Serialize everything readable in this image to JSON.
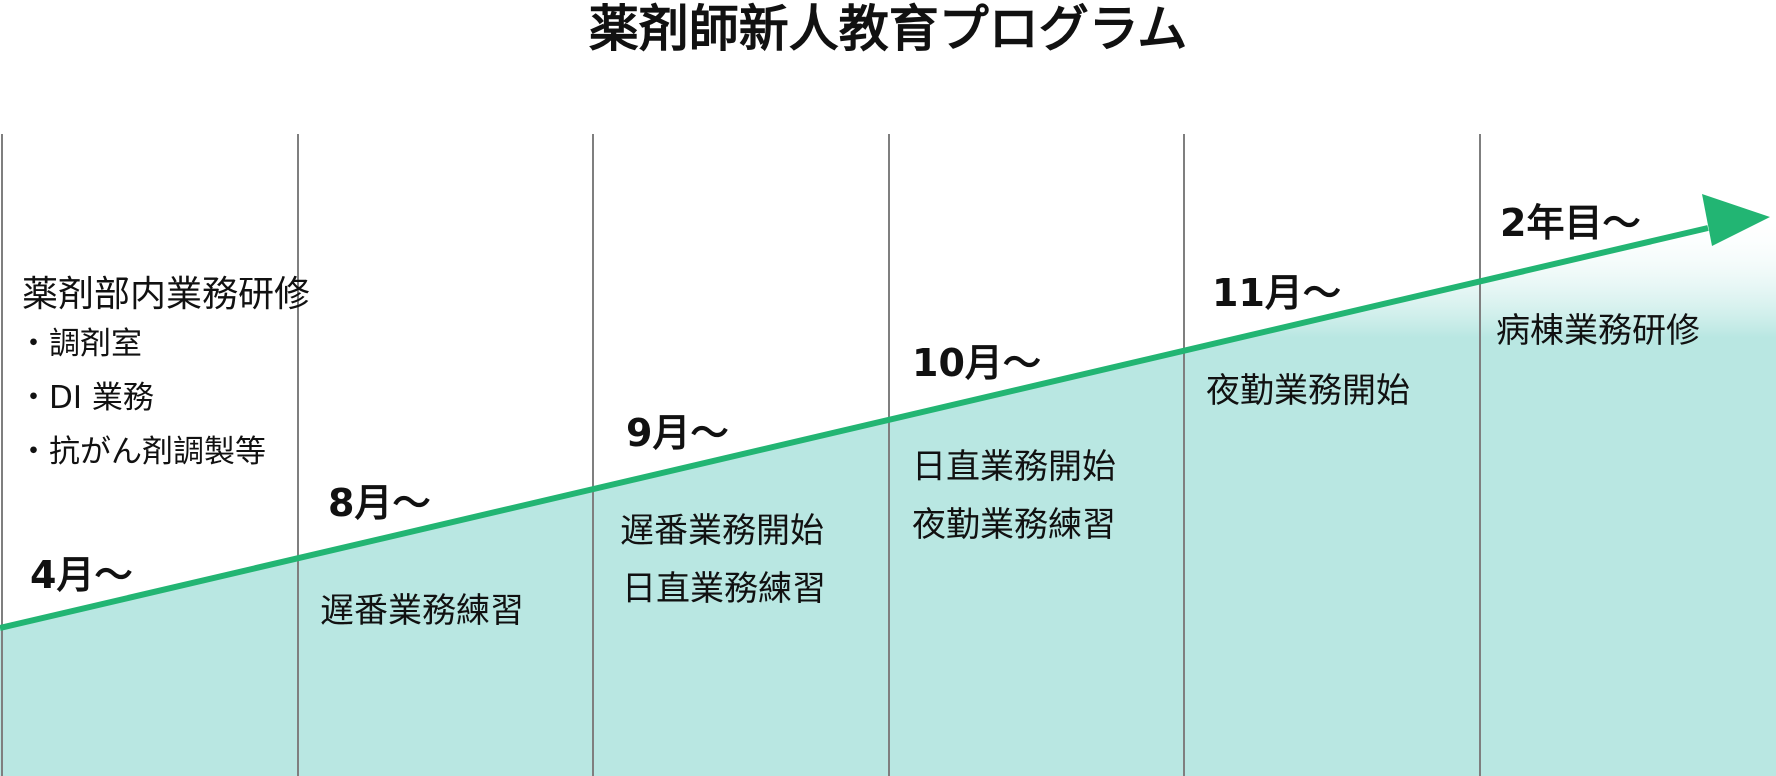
{
  "title": "薬剤師新人教育プログラム",
  "colors": {
    "line": "#22b573",
    "fill": "#b9e7e2",
    "divider": "#7f7f7f"
  },
  "phases": [
    {
      "month": "4月〜",
      "heading": "薬剤部内業務研修",
      "bullets": [
        "・調剤室",
        "・DI 業務",
        "・抗がん剤調製等"
      ]
    },
    {
      "month": "8月〜",
      "lines": [
        "遅番業務練習"
      ]
    },
    {
      "month": "9月〜",
      "lines": [
        "遅番業務開始",
        "日直業務練習"
      ]
    },
    {
      "month": "10月〜",
      "lines": [
        "日直業務開始",
        "夜勤業務練習"
      ]
    },
    {
      "month": "11月〜",
      "lines": [
        "夜勤業務開始"
      ]
    },
    {
      "month": "2年目〜",
      "lines": [
        "病棟業務研修"
      ]
    }
  ]
}
